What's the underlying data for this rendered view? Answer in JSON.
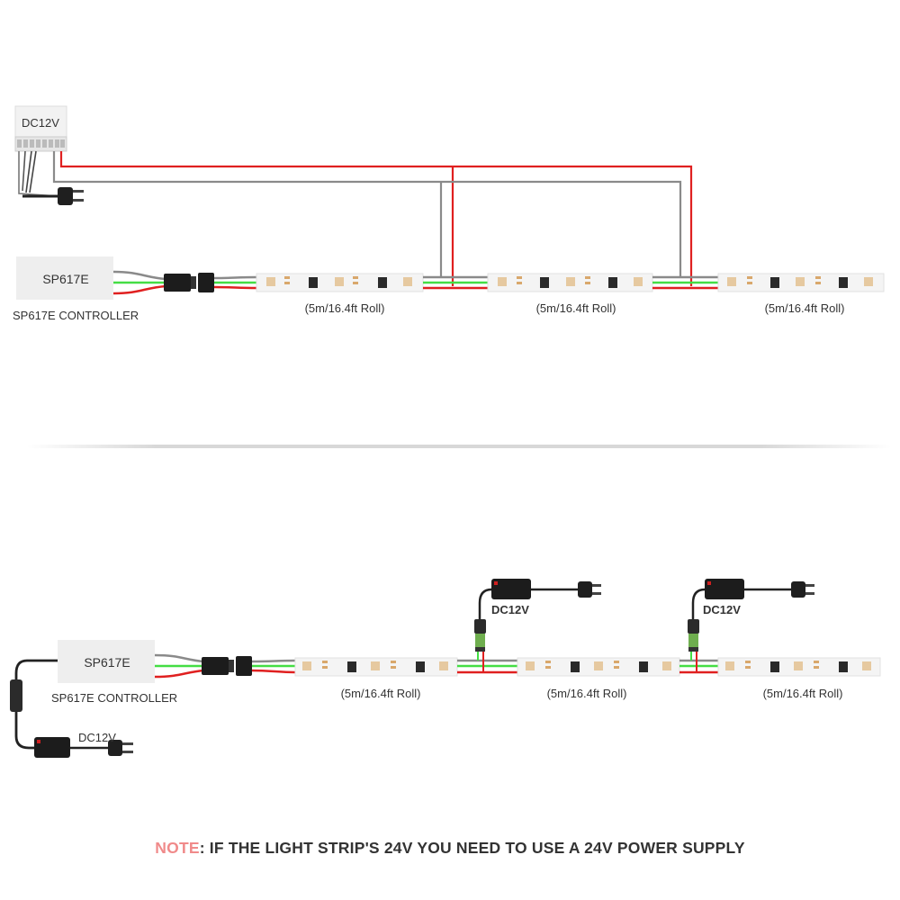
{
  "colors": {
    "red_wire": "#e02020",
    "green_wire": "#44dd44",
    "gray_wire": "#8a8a8a",
    "black_wire": "#222222",
    "strip": "#f4f4f4",
    "box": "#eeeeee",
    "note_accent": "#f08a8a"
  },
  "top": {
    "psu_label": "DC12V",
    "controller_box": "SP617E",
    "controller_caption": "SP617E CONTROLLER",
    "roll_labels": [
      "(5m/16.4ft Roll)",
      "(5m/16.4ft Roll)",
      "(5m/16.4ft Roll)"
    ]
  },
  "bottom": {
    "controller_box": "SP617E",
    "controller_caption": "SP617E CONTROLLER",
    "adapter_labels": [
      "DC12V",
      "DC12V",
      "DC12V"
    ],
    "roll_labels": [
      "(5m/16.4ft Roll)",
      "(5m/16.4ft Roll)",
      "(5m/16.4ft Roll)"
    ]
  },
  "note": {
    "prefix": "NOTE",
    "text": ": IF THE LIGHT STRIP'S 24V YOU NEED TO USE A 24V POWER SUPPLY"
  }
}
